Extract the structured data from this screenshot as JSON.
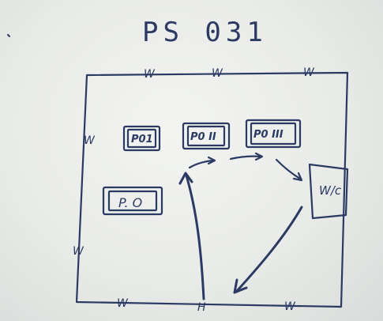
{
  "title": "PS 031",
  "wall_label": "W",
  "door_label": "H",
  "boxes": {
    "p01": "P01",
    "p0ii": "P0 II",
    "p0iii": "P0 III",
    "p0": "P. O",
    "wc": "W/c"
  },
  "colors": {
    "ink": "#2a3a63",
    "paper": "#eef0ed"
  }
}
